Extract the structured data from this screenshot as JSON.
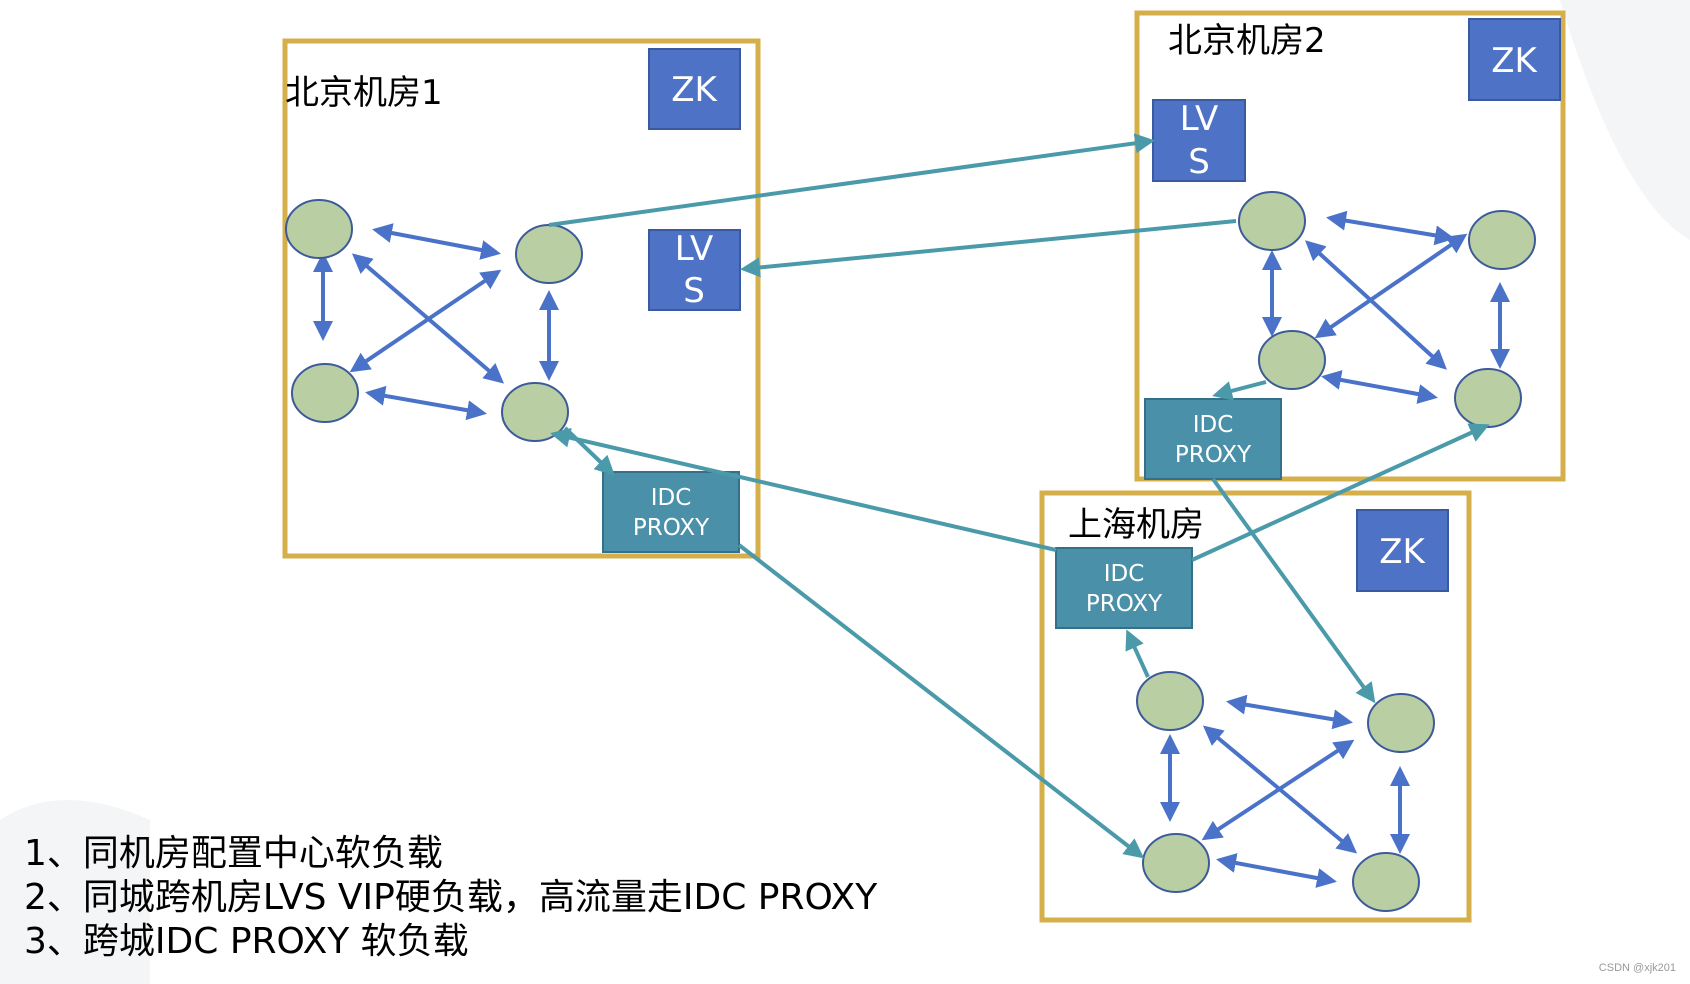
{
  "rooms": {
    "beijing1": {
      "title": "北京机房1",
      "zk": "ZK",
      "lvs_line1": "LV",
      "lvs_line2": "S",
      "proxy_line1": "IDC",
      "proxy_line2": "PROXY"
    },
    "beijing2": {
      "title": "北京机房2",
      "zk": "ZK",
      "lvs_line1": "LV",
      "lvs_line2": "S",
      "proxy_line1": "IDC",
      "proxy_line2": "PROXY"
    },
    "shanghai": {
      "title": "上海机房",
      "zk": "ZK",
      "proxy_line1": "IDC",
      "proxy_line2": "PROXY"
    }
  },
  "notes": [
    "1、同机房配置中心软负载",
    "2、同城跨机房LVS VIP硬负载，高流量走IDC PROXY",
    "3、跨城IDC PROXY 软负载"
  ],
  "watermark": "CSDN @xjk201",
  "colors": {
    "room_border": "#D4AF4A",
    "zk_lvs_fill": "#4E73C6",
    "proxy_fill": "#4A90A8",
    "node_fill": "#B9CFA3",
    "node_stroke": "#3D5A99",
    "intra_arrow": "#4A72C8",
    "inter_arrow": "#4A9AAA"
  }
}
